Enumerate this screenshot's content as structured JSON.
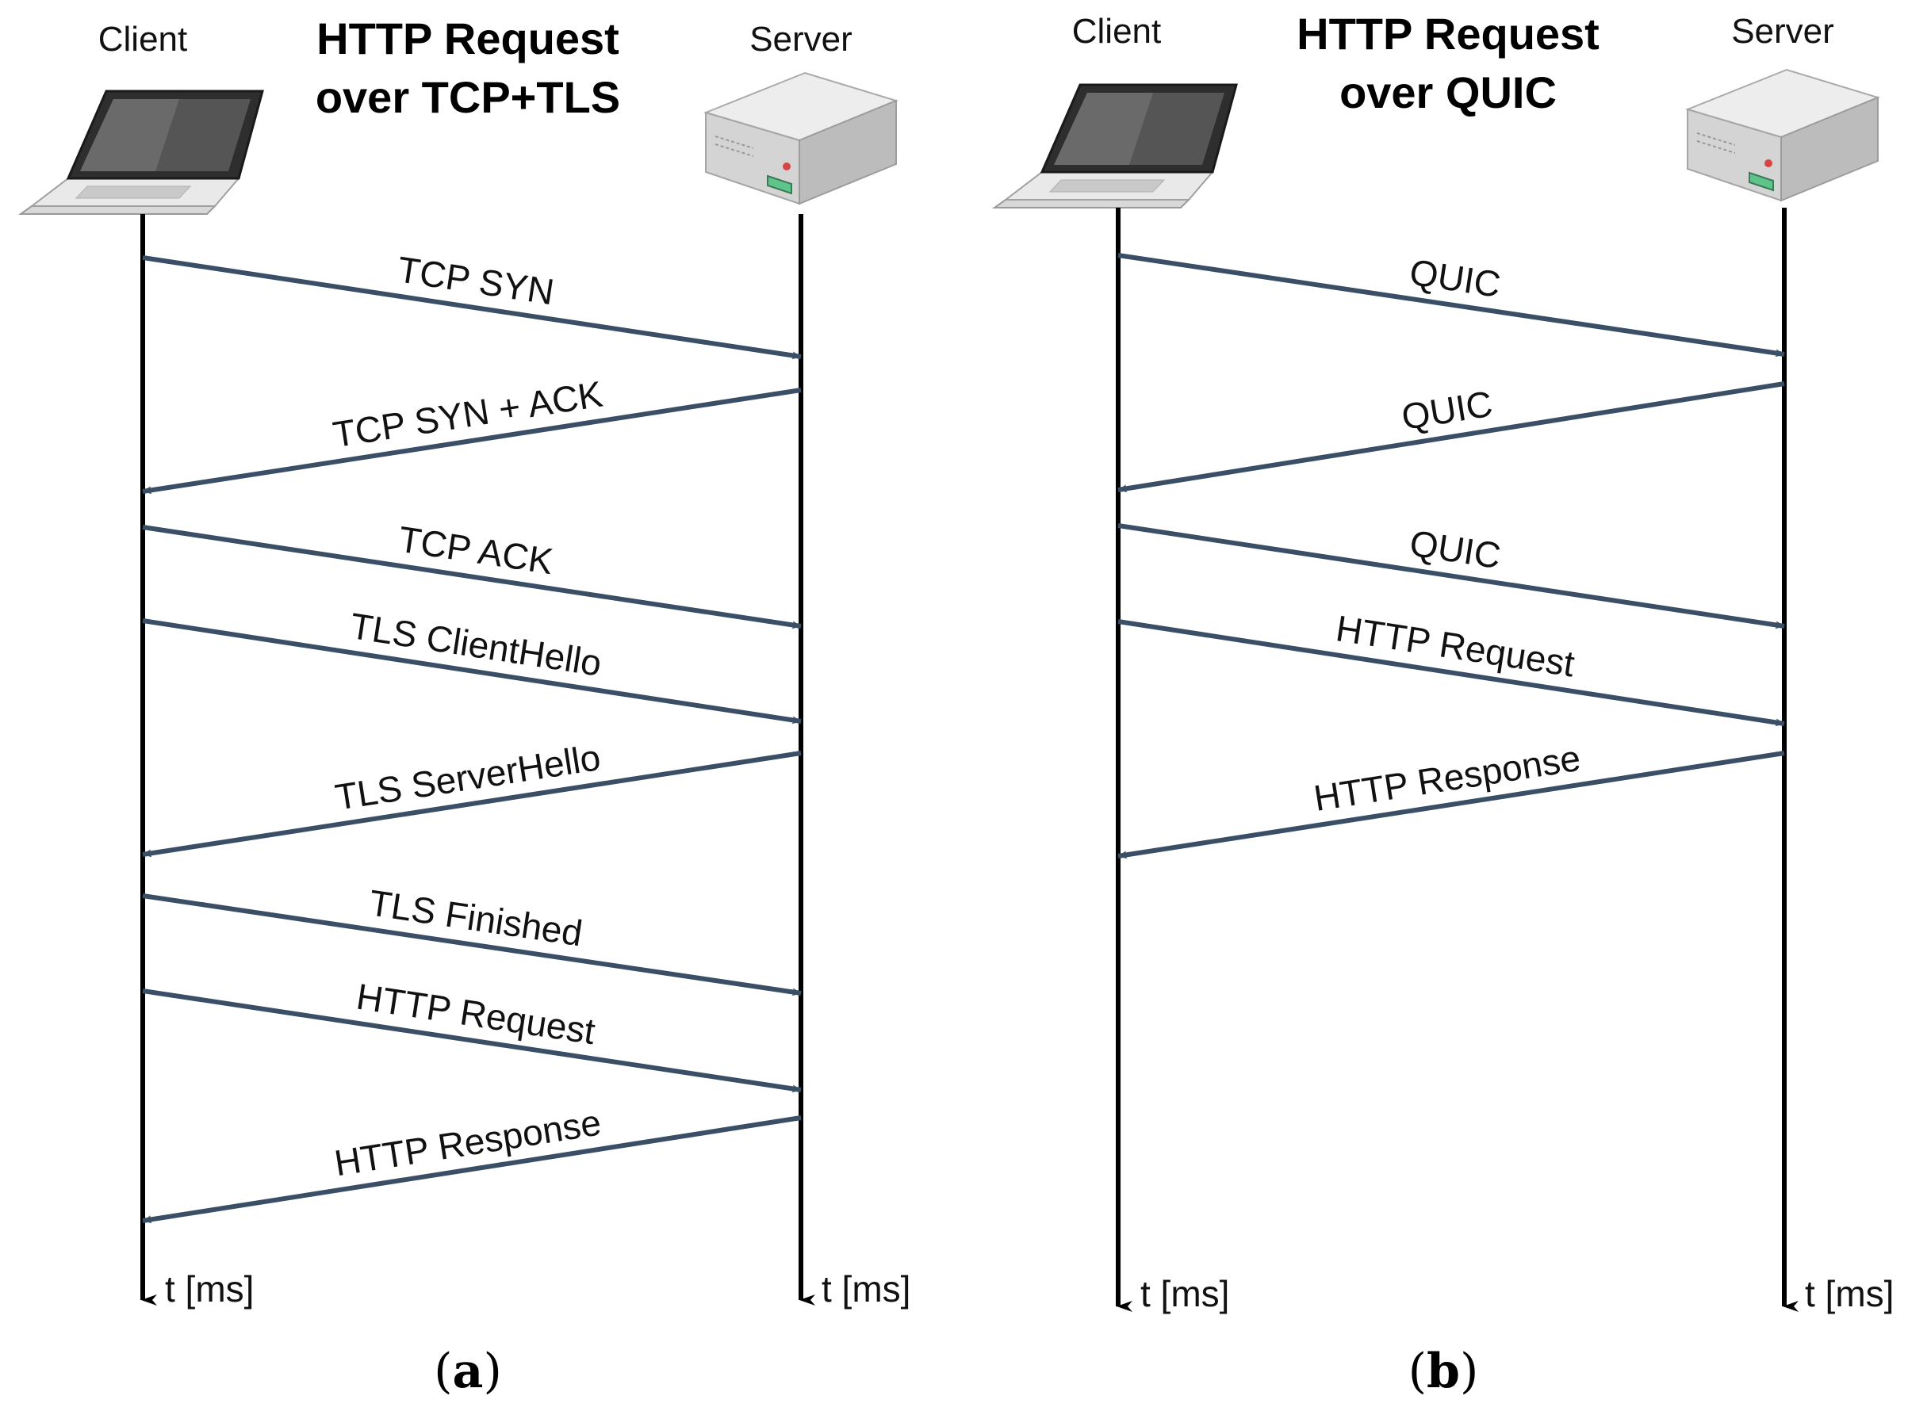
{
  "colors": {
    "arrow": "#3a4e66",
    "timeline": "#000000",
    "text": "#111111"
  },
  "panel_a": {
    "title_line1": "HTTP Request",
    "title_line2": "over TCP+TLS",
    "client_label": "Client",
    "server_label": "Server",
    "time_label_client": "t [ms]",
    "time_label_server": "t [ms]",
    "caption_open": "(",
    "caption_letter": "a",
    "caption_close": ")",
    "messages": [
      {
        "label": "TCP SYN",
        "direction": "to-server"
      },
      {
        "label": "TCP SYN + ACK",
        "direction": "to-client"
      },
      {
        "label": "TCP ACK",
        "direction": "to-server"
      },
      {
        "label": "TLS ClientHello",
        "direction": "to-server"
      },
      {
        "label": "TLS ServerHello",
        "direction": "to-client"
      },
      {
        "label": "TLS Finished",
        "direction": "to-server"
      },
      {
        "label": "HTTP Request",
        "direction": "to-server"
      },
      {
        "label": "HTTP Response",
        "direction": "to-client"
      }
    ]
  },
  "panel_b": {
    "title_line1": "HTTP Request",
    "title_line2": "over QUIC",
    "client_label": "Client",
    "server_label": "Server",
    "time_label_client": "t [ms]",
    "time_label_server": "t [ms]",
    "caption_open": "(",
    "caption_letter": "b",
    "caption_close": ")",
    "messages": [
      {
        "label": "QUIC",
        "direction": "to-server"
      },
      {
        "label": "QUIC",
        "direction": "to-client"
      },
      {
        "label": "QUIC",
        "direction": "to-server"
      },
      {
        "label": "HTTP Request",
        "direction": "to-server"
      },
      {
        "label": "HTTP Response",
        "direction": "to-client"
      }
    ]
  }
}
